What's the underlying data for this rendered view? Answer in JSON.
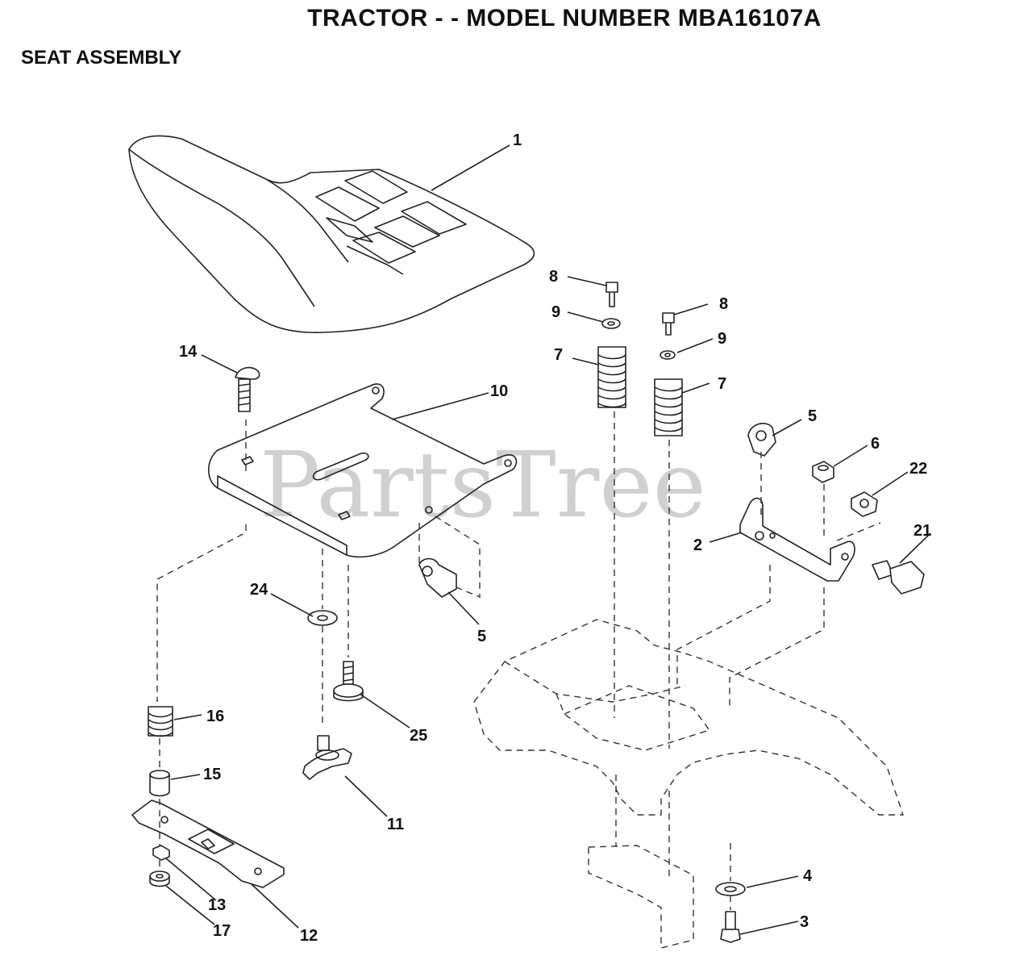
{
  "header": {
    "title": "TRACTOR - - MODEL NUMBER MBA16107A",
    "section": "SEAT ASSEMBLY"
  },
  "watermark": "PartsTree",
  "callouts": [
    "1",
    "14",
    "10",
    "8",
    "9",
    "7",
    "8",
    "9",
    "7",
    "5",
    "6",
    "22",
    "2",
    "21",
    "24",
    "5",
    "25",
    "16",
    "15",
    "11",
    "13",
    "17",
    "12",
    "4",
    "3"
  ]
}
